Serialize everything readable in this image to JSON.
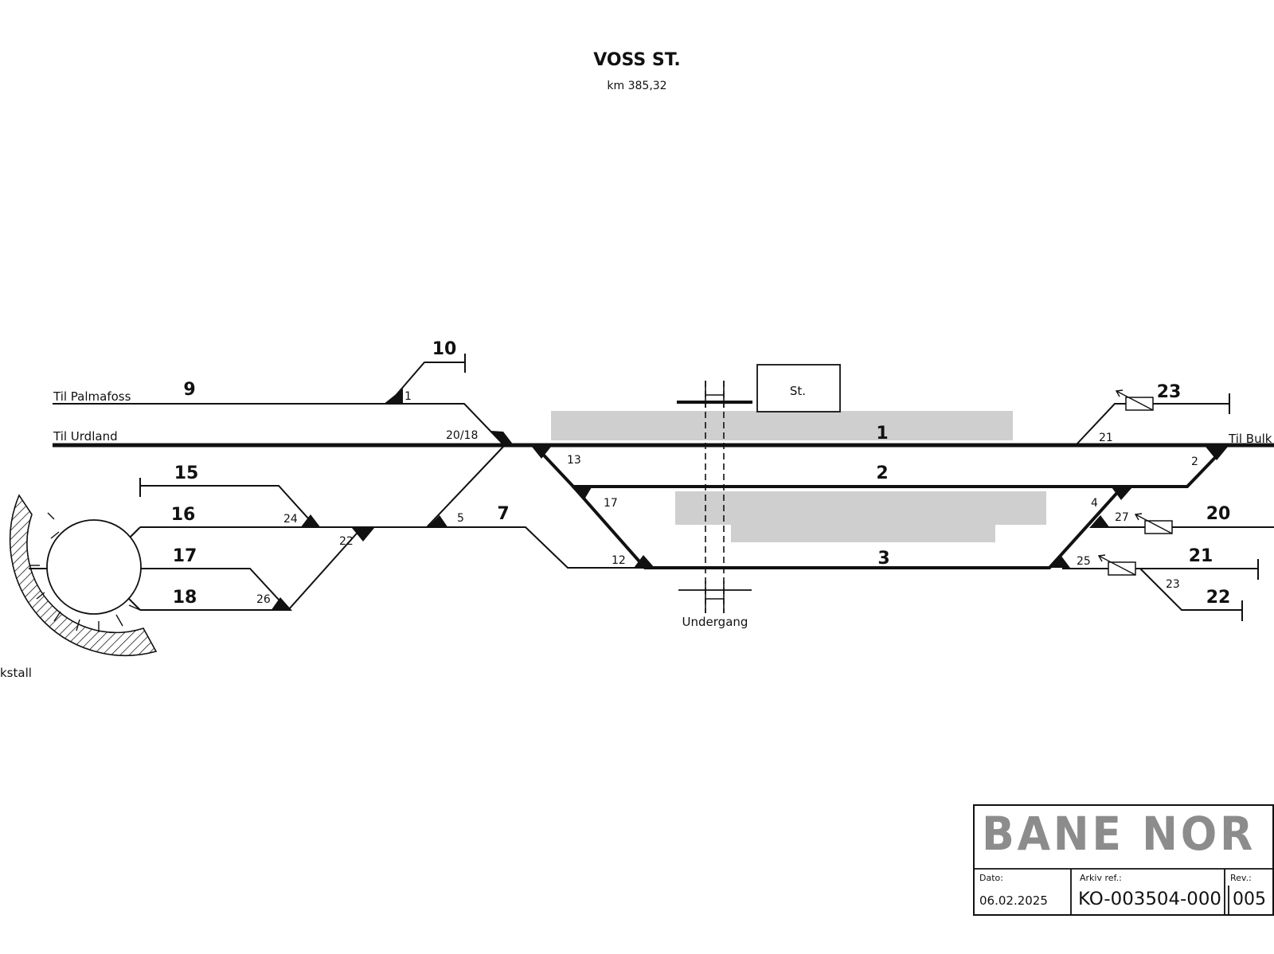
{
  "header": {
    "title": "VOSS ST.",
    "km": "km 385,32"
  },
  "tracks": {
    "t1": "1",
    "t2": "2",
    "t3": "3",
    "t7": "7",
    "t9": "9",
    "t10": "10",
    "t15": "15",
    "t16": "16",
    "t17": "17",
    "t18": "18",
    "t20": "20",
    "t21": "21",
    "t22": "22",
    "t23": "23"
  },
  "switches": {
    "s1": "1",
    "s2": "2",
    "s4": "4",
    "s5": "5",
    "s12": "12",
    "s13": "13",
    "s17": "17",
    "s20_18": "20/18",
    "s21": "21",
    "s22": "22",
    "s23": "23",
    "s24": "24",
    "s25": "25",
    "s26": "26",
    "s27": "27"
  },
  "labels": {
    "palmafoss": "Til Palmafoss",
    "urdland": "Til Urdland",
    "bulken": "Til Bulk",
    "station": "St.",
    "undergang": "Undergang",
    "lokstall": "kstall"
  },
  "title_block": {
    "logo": "BANE NOR",
    "date_label": "Dato:",
    "date": "06.02.2025",
    "archive_label": "Arkiv ref.:",
    "archive": "KO-003504-000",
    "rev_label": "Rev.:",
    "rev": "005"
  },
  "colors": {
    "line": "#111111",
    "platform": "#cfcfcf",
    "logo": "#8c8c8c"
  }
}
